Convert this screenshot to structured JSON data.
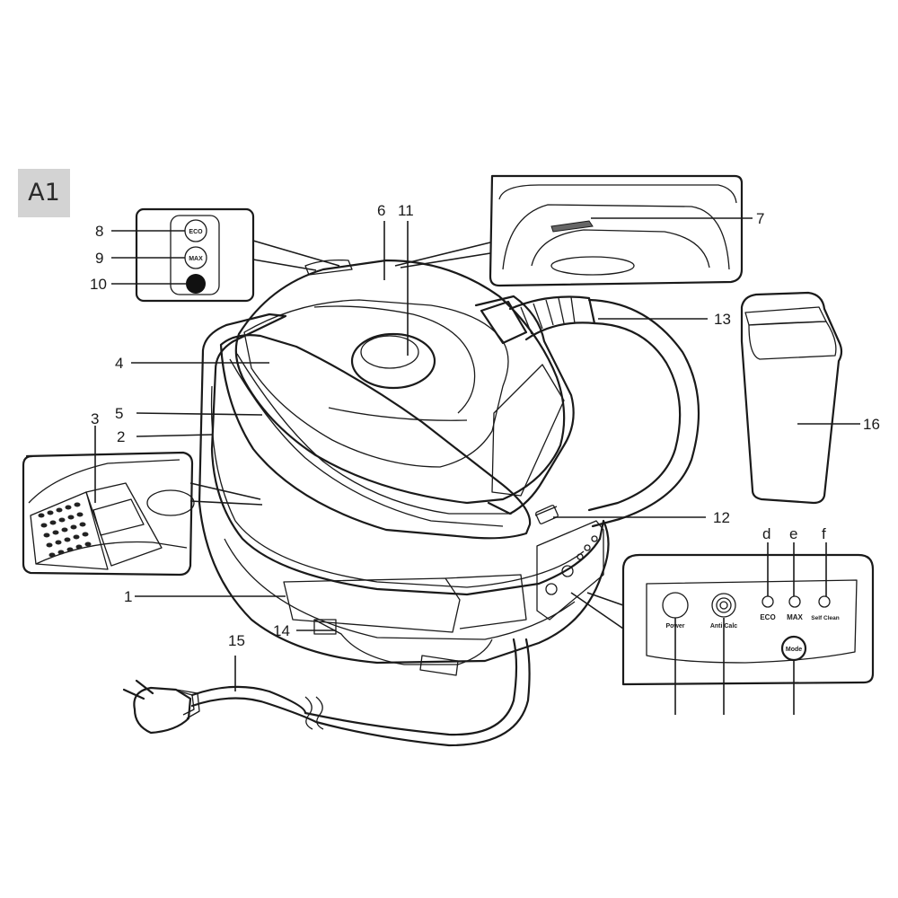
{
  "figure_tag": "A1",
  "callouts": [
    "1",
    "2",
    "3",
    "4",
    "5",
    "6",
    "7",
    "8",
    "9",
    "10",
    "11",
    "12",
    "13",
    "14",
    "15",
    "16"
  ],
  "panel_letters": [
    "d",
    "e",
    "f"
  ],
  "inset_buttons": {
    "eco": "ECO",
    "max": "MAX"
  },
  "control_panel": {
    "power": "Power",
    "anti_calc": "Anti Calc",
    "eco": "ECO",
    "max": "MAX",
    "self_clean": "Self Clean",
    "mode": "Mode"
  }
}
